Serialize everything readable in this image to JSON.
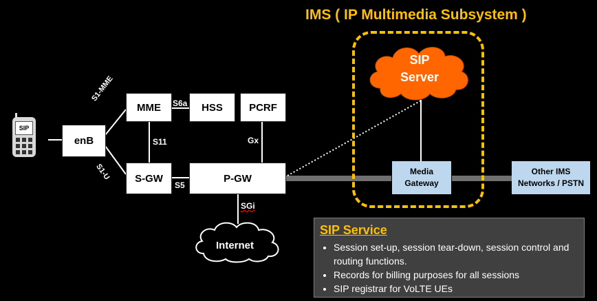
{
  "ims": {
    "title": "IMS ( IP Multimedia Subsystem )",
    "sip_server_line1": "SIP",
    "sip_server_line2": "Server",
    "media_gateway_line1": "Media",
    "media_gateway_line2": "Gateway"
  },
  "external": {
    "other_networks_line1": "Other IMS",
    "other_networks_line2": "Networks / PSTN"
  },
  "ue": {
    "label": "SIP"
  },
  "nodes": {
    "enb": "enB",
    "mme": "MME",
    "hss": "HSS",
    "pcrf": "PCRF",
    "sgw": "S-GW",
    "pgw": "P-GW",
    "internet": "Internet"
  },
  "interfaces": {
    "s1_mme": "S1-MME",
    "s1_u": "S1-U",
    "s6a": "S6a",
    "s11": "S11",
    "s5": "S5",
    "gx": "Gx",
    "sgi": "SGi"
  },
  "sip_service": {
    "title": "SIP Service",
    "bullets": [
      "Session set-up, session tear-down, session control and routing functions.",
      "Records for billing purposes for all sessions",
      "SIP registrar for VoLTE UEs"
    ]
  },
  "colors": {
    "accent": "#ffc000",
    "cloud_orange": "#ff6600",
    "light_blue": "#bdd7ee",
    "panel": "#404040"
  }
}
